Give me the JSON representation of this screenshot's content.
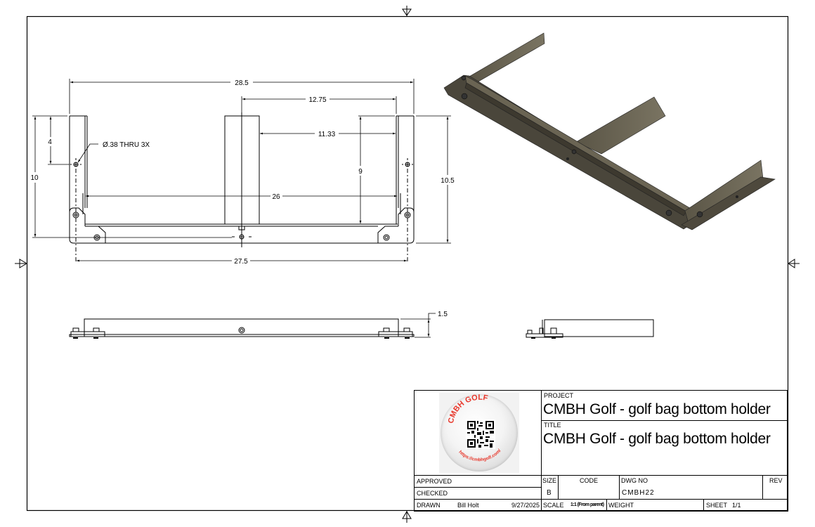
{
  "drawing": {
    "type": "engineering drawing sheet",
    "front_view": {
      "dimensions": {
        "overall_width_top": "28.5",
        "center_to_right_edge": "12.75",
        "center_block_to_right_inner": "11.33",
        "inner_width": "26",
        "hole_spacing_bottom": "27.5",
        "left_height": "10",
        "hole_offset_from_top": "4",
        "inner_height": "9",
        "right_height": "10.5"
      },
      "hole_callout": "Ø.38 THRU 3X"
    },
    "side_view": {
      "dimensions": {
        "height": "1.5"
      }
    },
    "iso_view": {
      "color": "#5c574a"
    }
  },
  "title_block": {
    "logo": {
      "brand_text": "CMBH GOLF",
      "url_text": "https://cmbhgolf.com/",
      "accent_color": "#e8372b"
    },
    "project_label": "PROJECT",
    "project_value": "CMBH Golf - golf bag bottom holder",
    "title_label": "TITLE",
    "title_value": "CMBH Golf - golf bag bottom holder",
    "approved_label": "APPROVED",
    "checked_label": "CHECKED",
    "drawn_label": "DRAWN",
    "drawn_by": "Bill Holt",
    "drawn_date": "9/27/2025",
    "size_label": "SIZE",
    "size_value": "B",
    "code_label": "CODE",
    "dwg_no_label": "DWG NO",
    "dwg_no_value": "CMBH22",
    "rev_label": "REV",
    "scale_label": "SCALE",
    "scale_value": "1:1 (From parent)",
    "weight_label": "WEIGHT",
    "sheet_label": "SHEET",
    "sheet_value": "1/1"
  }
}
